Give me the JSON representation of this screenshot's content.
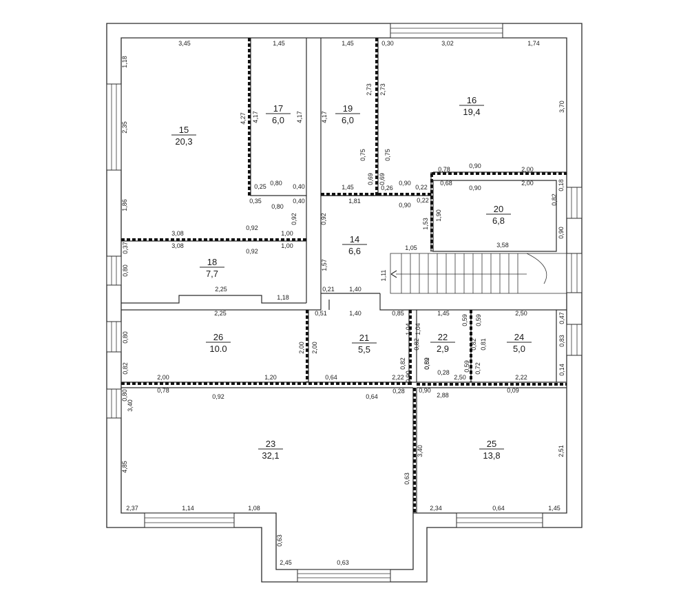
{
  "rooms": [
    {
      "id": "r15",
      "number": "15",
      "area": "20,3"
    },
    {
      "id": "r17",
      "number": "17",
      "area": "6,0"
    },
    {
      "id": "r19",
      "number": "19",
      "area": "6,0"
    },
    {
      "id": "r16",
      "number": "16",
      "area": "19,4"
    },
    {
      "id": "r20",
      "number": "20",
      "area": "6,8"
    },
    {
      "id": "r14",
      "number": "14",
      "area": "6,6"
    },
    {
      "id": "r18",
      "number": "18",
      "area": "7,7"
    },
    {
      "id": "r26",
      "number": "26",
      "area": "10.0"
    },
    {
      "id": "r21",
      "number": "21",
      "area": "5,5"
    },
    {
      "id": "r22",
      "number": "22",
      "area": "2,9"
    },
    {
      "id": "r24",
      "number": "24",
      "area": "5,0"
    },
    {
      "id": "r23",
      "number": "23",
      "area": "32,1"
    },
    {
      "id": "r25",
      "number": "25",
      "area": "13,8"
    }
  ],
  "dimensions": [
    "3,45",
    "1,45",
    "1,45",
    "0,30",
    "3,02",
    "1,74",
    "1,18",
    "2,35",
    "1,86",
    "4,27",
    "4,17",
    "4,17",
    "4,17",
    "2,73",
    "2,73",
    "3,70",
    "0,75",
    "0,75",
    "0,25",
    "0,80",
    "0,40",
    "0,35",
    "0,80",
    "0,40",
    "1,45",
    "0,69",
    "0,69",
    "0,26",
    "0,90",
    "0,22",
    "1,81",
    "0,90",
    "0,22",
    "0,78",
    "0,90",
    "2,00",
    "0,68",
    "0,90",
    "2,00",
    "0,18",
    "0,82",
    "0,90",
    "0,92",
    "0,92",
    "1,53",
    "1,90",
    "3,08",
    "0,92",
    "1,00",
    "3,08",
    "0,92",
    "1,00",
    "0,37",
    "0,80",
    "1,57",
    "1,05",
    "3,58",
    "1,11",
    "0,21",
    "1,40",
    "2,25",
    "1,18",
    "2,25",
    "0,51",
    "1,40",
    "0,85",
    "1,45",
    "0,59",
    "0,59",
    "2,50",
    "0,47",
    "0,80",
    "2,00",
    "2,00",
    "1,04",
    "1,04",
    "0,82",
    "0,82",
    "0,82",
    "0,81",
    "0,83",
    "0,82",
    "0,82",
    "0,59",
    "0,59",
    "0,72",
    "0,14",
    "0,90",
    "0,28",
    "2,50",
    "2,22",
    "2,00",
    "1,20",
    "0,64",
    "2,22",
    "0,78",
    "0,92",
    "0,64",
    "0,28",
    "0,90",
    "2,88",
    "0,09",
    "0,80",
    "3,40",
    "3,40",
    "2,51",
    "4,85",
    "0,63",
    "2,37",
    "1,14",
    "1,08",
    "2,34",
    "0,64",
    "1,45",
    "0,63",
    "2,45",
    "0,63"
  ]
}
